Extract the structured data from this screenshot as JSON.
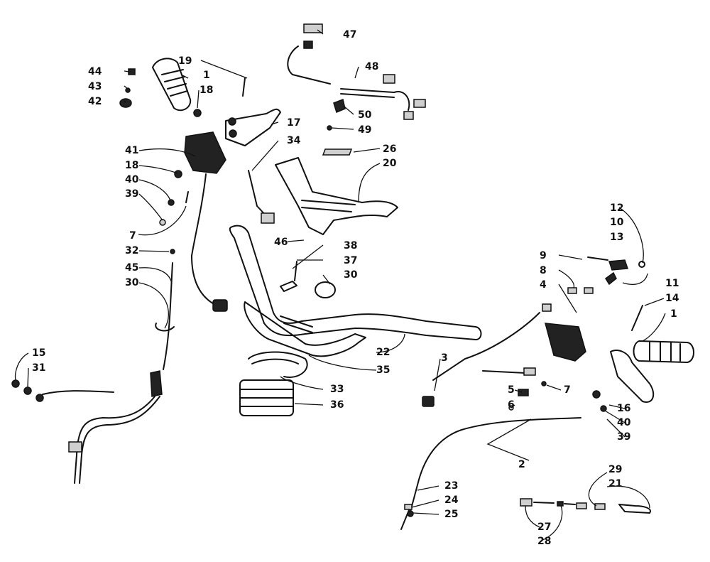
{
  "diagram": {
    "type": "exploded-parts-diagram",
    "callouts": [
      {
        "id": "c44",
        "label": "44"
      },
      {
        "id": "c43",
        "label": "43"
      },
      {
        "id": "c42",
        "label": "42"
      },
      {
        "id": "c1a",
        "label": "1"
      },
      {
        "id": "c19",
        "label": "19"
      },
      {
        "id": "c18a",
        "label": "18"
      },
      {
        "id": "c47",
        "label": "47"
      },
      {
        "id": "c48",
        "label": "48"
      },
      {
        "id": "c50",
        "label": "50"
      },
      {
        "id": "c49",
        "label": "49"
      },
      {
        "id": "c17",
        "label": "17"
      },
      {
        "id": "c34",
        "label": "34"
      },
      {
        "id": "c41",
        "label": "41"
      },
      {
        "id": "c18b",
        "label": "18"
      },
      {
        "id": "c40a",
        "label": "40"
      },
      {
        "id": "c39a",
        "label": "39"
      },
      {
        "id": "c26",
        "label": "26"
      },
      {
        "id": "c20",
        "label": "20"
      },
      {
        "id": "c7a",
        "label": "7"
      },
      {
        "id": "c46",
        "label": "46"
      },
      {
        "id": "c38",
        "label": "38"
      },
      {
        "id": "c32",
        "label": "32"
      },
      {
        "id": "c37",
        "label": "37"
      },
      {
        "id": "c45",
        "label": "45"
      },
      {
        "id": "c30a",
        "label": "30"
      },
      {
        "id": "c30b",
        "label": "30"
      },
      {
        "id": "c12",
        "label": "12"
      },
      {
        "id": "c10",
        "label": "10"
      },
      {
        "id": "c13",
        "label": "13"
      },
      {
        "id": "c9",
        "label": "9"
      },
      {
        "id": "c8",
        "label": "8"
      },
      {
        "id": "c11",
        "label": "11"
      },
      {
        "id": "c4",
        "label": "4"
      },
      {
        "id": "c14",
        "label": "14"
      },
      {
        "id": "c1b",
        "label": "1"
      },
      {
        "id": "c15",
        "label": "15"
      },
      {
        "id": "c31",
        "label": "31"
      },
      {
        "id": "c3",
        "label": "3"
      },
      {
        "id": "c22",
        "label": "22"
      },
      {
        "id": "c35",
        "label": "35"
      },
      {
        "id": "c5",
        "label": "5"
      },
      {
        "id": "c7b",
        "label": "7"
      },
      {
        "id": "c6",
        "label": "6"
      },
      {
        "id": "c16",
        "label": "16"
      },
      {
        "id": "c40b",
        "label": "40"
      },
      {
        "id": "c39b",
        "label": "39"
      },
      {
        "id": "c33",
        "label": "33"
      },
      {
        "id": "c36",
        "label": "36"
      },
      {
        "id": "c2",
        "label": "2"
      },
      {
        "id": "c29",
        "label": "29"
      },
      {
        "id": "c21",
        "label": "21"
      },
      {
        "id": "c23",
        "label": "23"
      },
      {
        "id": "c24",
        "label": "24"
      },
      {
        "id": "c25",
        "label": "25"
      },
      {
        "id": "c27",
        "label": "27"
      },
      {
        "id": "c28",
        "label": "28"
      }
    ]
  }
}
